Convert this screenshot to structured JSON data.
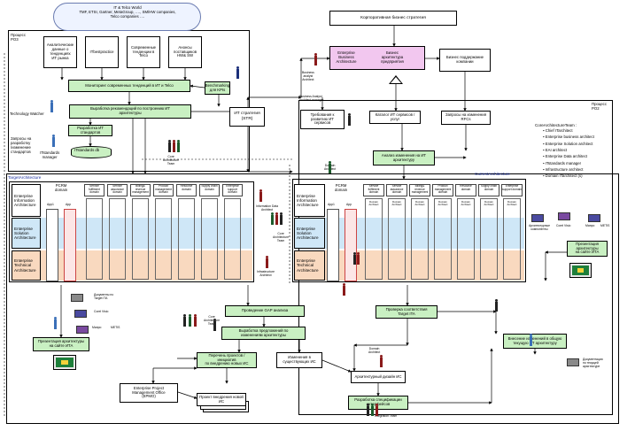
{
  "cloud": {
    "text": "IT & Telco World\nTMF, ETSI, Gartner, MetaGroup, …., SM/HW companies,\nTelco companies …."
  },
  "corp_strategy": "Корпоративная бизнес стратегия",
  "process_po3_left": "Процесс\nPO3",
  "process_po2_right": "Процесс\nPO2",
  "sources": [
    "Аналитические\nданные о\nтенденциях\nИТ рынка",
    "ITbestpractice",
    "Современные\nтенденции в\nTelco",
    "Анонсы\nпоставщиков\nHW& SW"
  ],
  "monitoring": "Мониторинг современных тенденций в ИТ и Telco",
  "benchmarking": "Benchmarking\nдля KPIs",
  "recommendations": "Выработка рекомендаций по построению ИТ\nархитектуры",
  "it_standards_dev": "Разработка ИТ\nстандартов",
  "it_strategy": "ИТ стратегия\n(STR)",
  "requests_standards": "Запросы на\nразработку\n/изменение\nстандартов",
  "itstandards_manager": "ITstandards\nmanager",
  "itstandards_db": "ITstandards db",
  "technology_watcher": "Technology Watcher",
  "core_team_label": "Core\nArchitecture\nTeam",
  "eba": "Enterprise\nBusiness\nArchitecture",
  "business_arch": "Бизнес\nархитектура\nпредприятия",
  "business_arch_roles": "Business\nanalyst\nArchitect",
  "business_arch_roles2": "Business Analyst\nArchitect manager",
  "business_support": "Бизнес поддержание\nкомпании",
  "requirements_dev": "Требования к\nразвитию ИТ\nсервисов",
  "catalog": "Каталог ИТ сервисов /\nуслуг",
  "rfc_requests": "Запросы на изменения\nRFCs",
  "it_analysis": "Анализ изменения на ИТ\nархитектуру",
  "domain_architect": "Domain\nArchitect",
  "target_title": "TargetArchitecture",
  "current_title": "CurrentArchitecture",
  "pcrm": "PCRM\ndomain",
  "app_labels": [
    "App1",
    "App"
  ],
  "column_headers": [
    "Service\nfulfilment\ndomain",
    "Service\nassurance\ndomain",
    "Billing&\nrevenue\nmanagement",
    "Product\nmanagement\ndomain",
    "Resource\ndomain",
    "Supply\nchain\ndomain",
    "Enterprise\nsupport\ndomain"
  ],
  "domain_architect_under": "Domain\nArchitect",
  "layers": [
    {
      "name": "Enterprise\nInformation\nArchitecture",
      "color": "#ffffff"
    },
    {
      "name": "Enterprise\nSolution\nArchitecture",
      "color": "#cfe7f7"
    },
    {
      "name": "Enterprise\nTechnical\nArchitecture",
      "color": "#f9d9bf"
    }
  ],
  "mid_roles": [
    "Information Data\nArchitect",
    "Core\nArchitecture\nTeam",
    "Infrastructure\nArchitect"
  ],
  "core_team": {
    "title": "CoreArchitectureTeam :",
    "members": [
      "Chief ITarchitect",
      "Enterprise business architect",
      "Enterprise Solution architect",
      "EAI architect",
      "Enterprise Data architect",
      "ITstandards manager",
      "Infrastructure architect",
      "Domain ITarchitect   (s)"
    ]
  },
  "arch_repository_left": "Архитектурные\nкомпоненты",
  "corel_visio": "Corel Visio",
  "mapro": "Мапро",
  "metis": "METIS",
  "presentation_right": "Презентация архитектуры\nна сайте ИТА",
  "presentation_left": "Презентация архитектуры\nна сайте ИТА",
  "docs_target": "Документы по\nTarget ITA",
  "gap_analysis": "Проведение GAP анализа",
  "target_check": "Проверка соответствия\nTarget ITA",
  "proposals": "Выработка предложений по\nизменениям архитектуры",
  "initiatives": "Перечень проектов /\nинициатив\nпо внедрению новых ИС",
  "changes_is": "Изменения в\nсуществующих ИС",
  "pmo": "Enterprise Project\nManagement Office\n(EPMO)",
  "new_is_projects": "Проект внедрения новой\nИС",
  "architect_design": "Архитектурный дизайн  ИС",
  "integration_dev": "Разработка  спецификации\nинтерфейсов",
  "integration_team": "Integration Team",
  "domain_arch_bottom": "Domain\nArchitect",
  "change_current": "Внесение изменений в общую\nтекущую ИТ архитектуру",
  "docs_current": "Документация\nпо текущей\nархитектуре"
}
